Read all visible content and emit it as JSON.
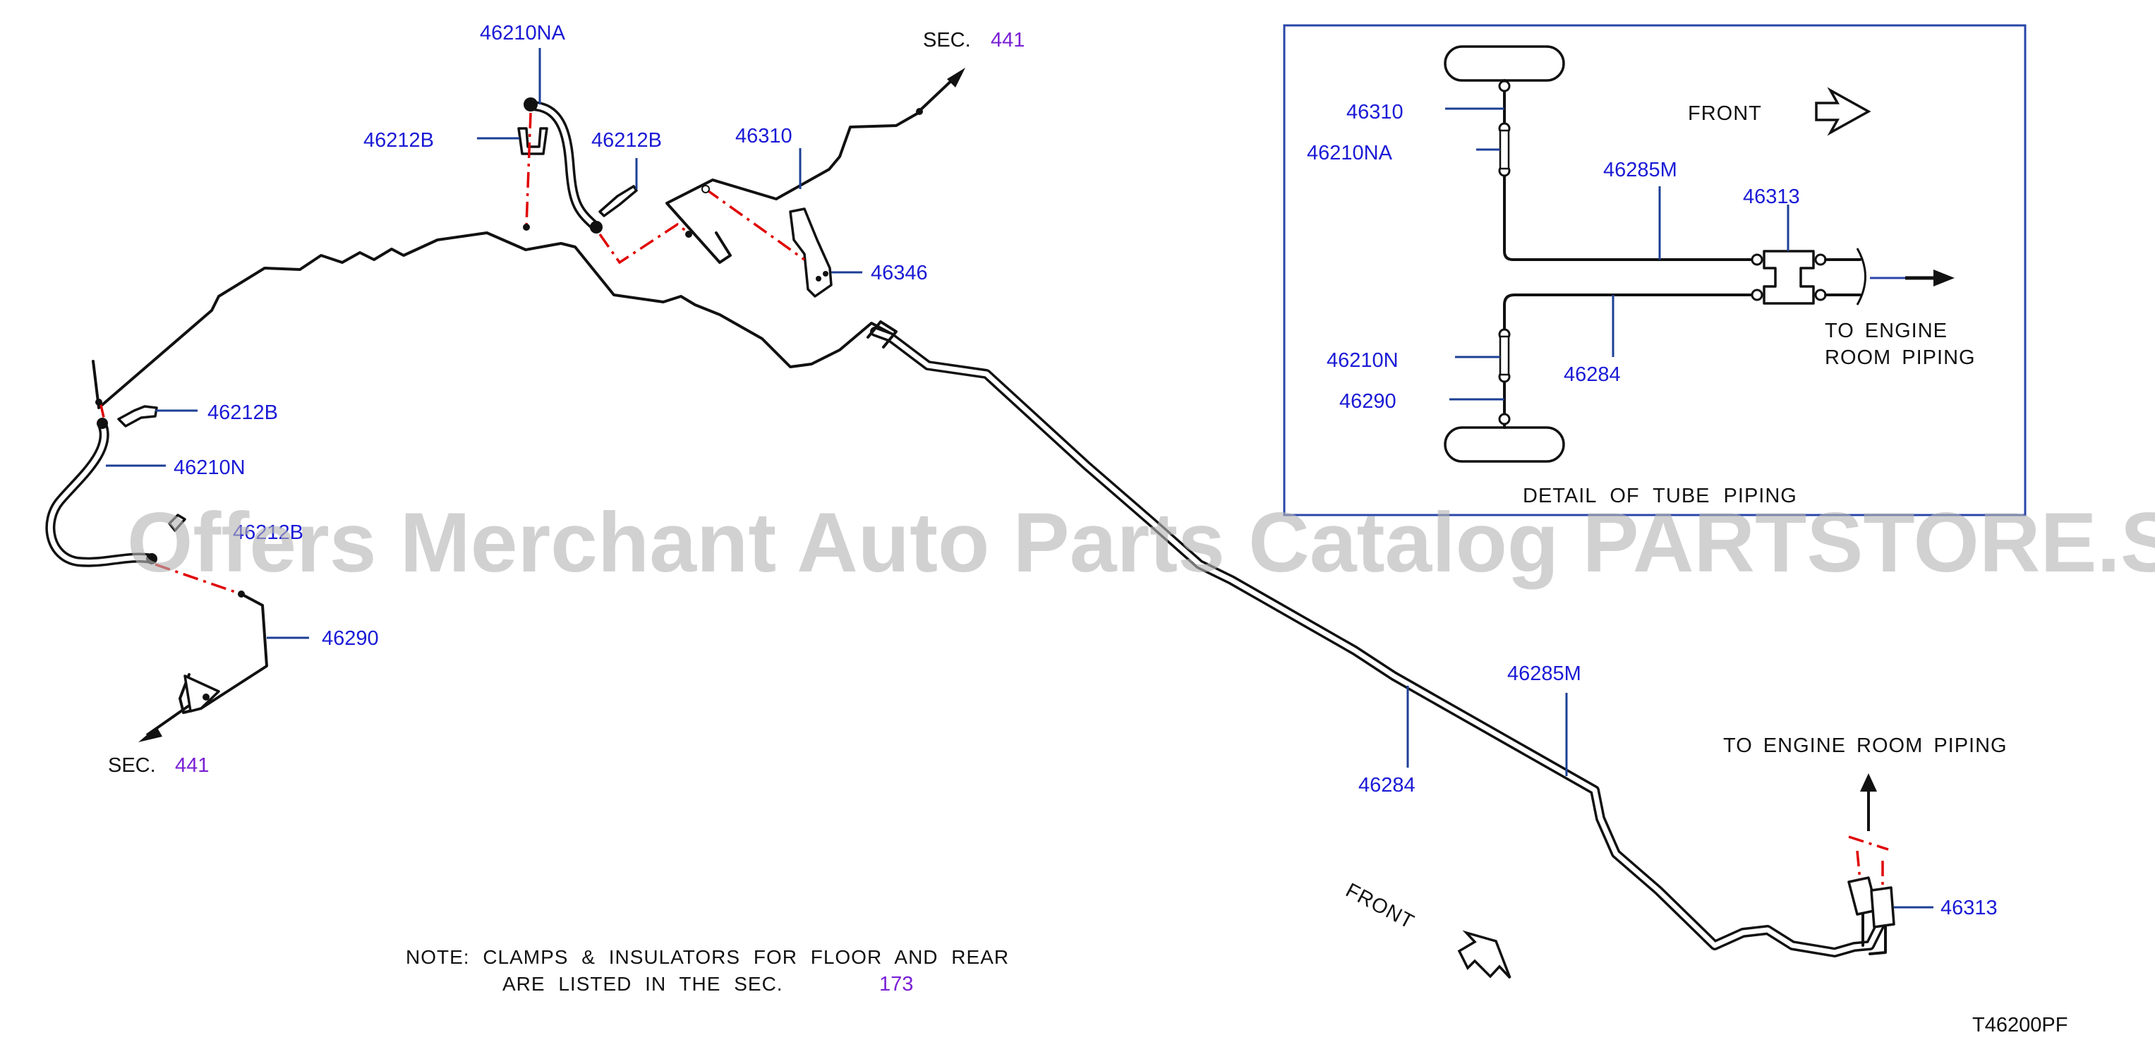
{
  "diagram": {
    "part_numbers": {
      "p46210NA": "46210NA",
      "p46212B_top_left": "46212B",
      "p46212B_top_mid": "46212B",
      "p46310": "46310",
      "p46346": "46346",
      "p46212B_left": "46212B",
      "p46210N": "46210N",
      "p46212B_obscured": "46212B",
      "p46290": "46290",
      "p46285M": "46285M",
      "p46284": "46284",
      "p46313": "46313"
    },
    "sec_refs": {
      "top": {
        "label": "SEC.",
        "number": "441"
      },
      "bottom": {
        "label": "SEC.",
        "number": "441"
      }
    },
    "front_label": "FRONT",
    "to_engine_room_piping": "TO  ENGINE  ROOM  PIPING",
    "note": {
      "line1": "NOTE:  CLAMPS  &  INSULATORS  FOR  FLOOR  AND  REAR",
      "line2": "ARE  LISTED  IN  THE  SEC.",
      "sec_number": "173"
    },
    "figure_code": "T46200PF",
    "watermark": "Offers Merchant Auto Parts Catalog PARTSTORE.SA"
  },
  "detail_box": {
    "title": "DETAIL  OF  TUBE  PIPING",
    "front_label": "FRONT",
    "to_engine_line1": "TO  ENGINE",
    "to_engine_line2": "ROOM  PIPING",
    "part_numbers": {
      "p46310": "46310",
      "p46210NA": "46210NA",
      "p46285M": "46285M",
      "p46313": "46313",
      "p46210N": "46210N",
      "p46284": "46284",
      "p46290": "46290"
    }
  },
  "colors": {
    "part_number": "#1a1ad6",
    "section_ref": "#7a1fd6",
    "leader": "#1c3f95",
    "dash_chain": "#e00000",
    "box_border": "#2a45a8"
  }
}
